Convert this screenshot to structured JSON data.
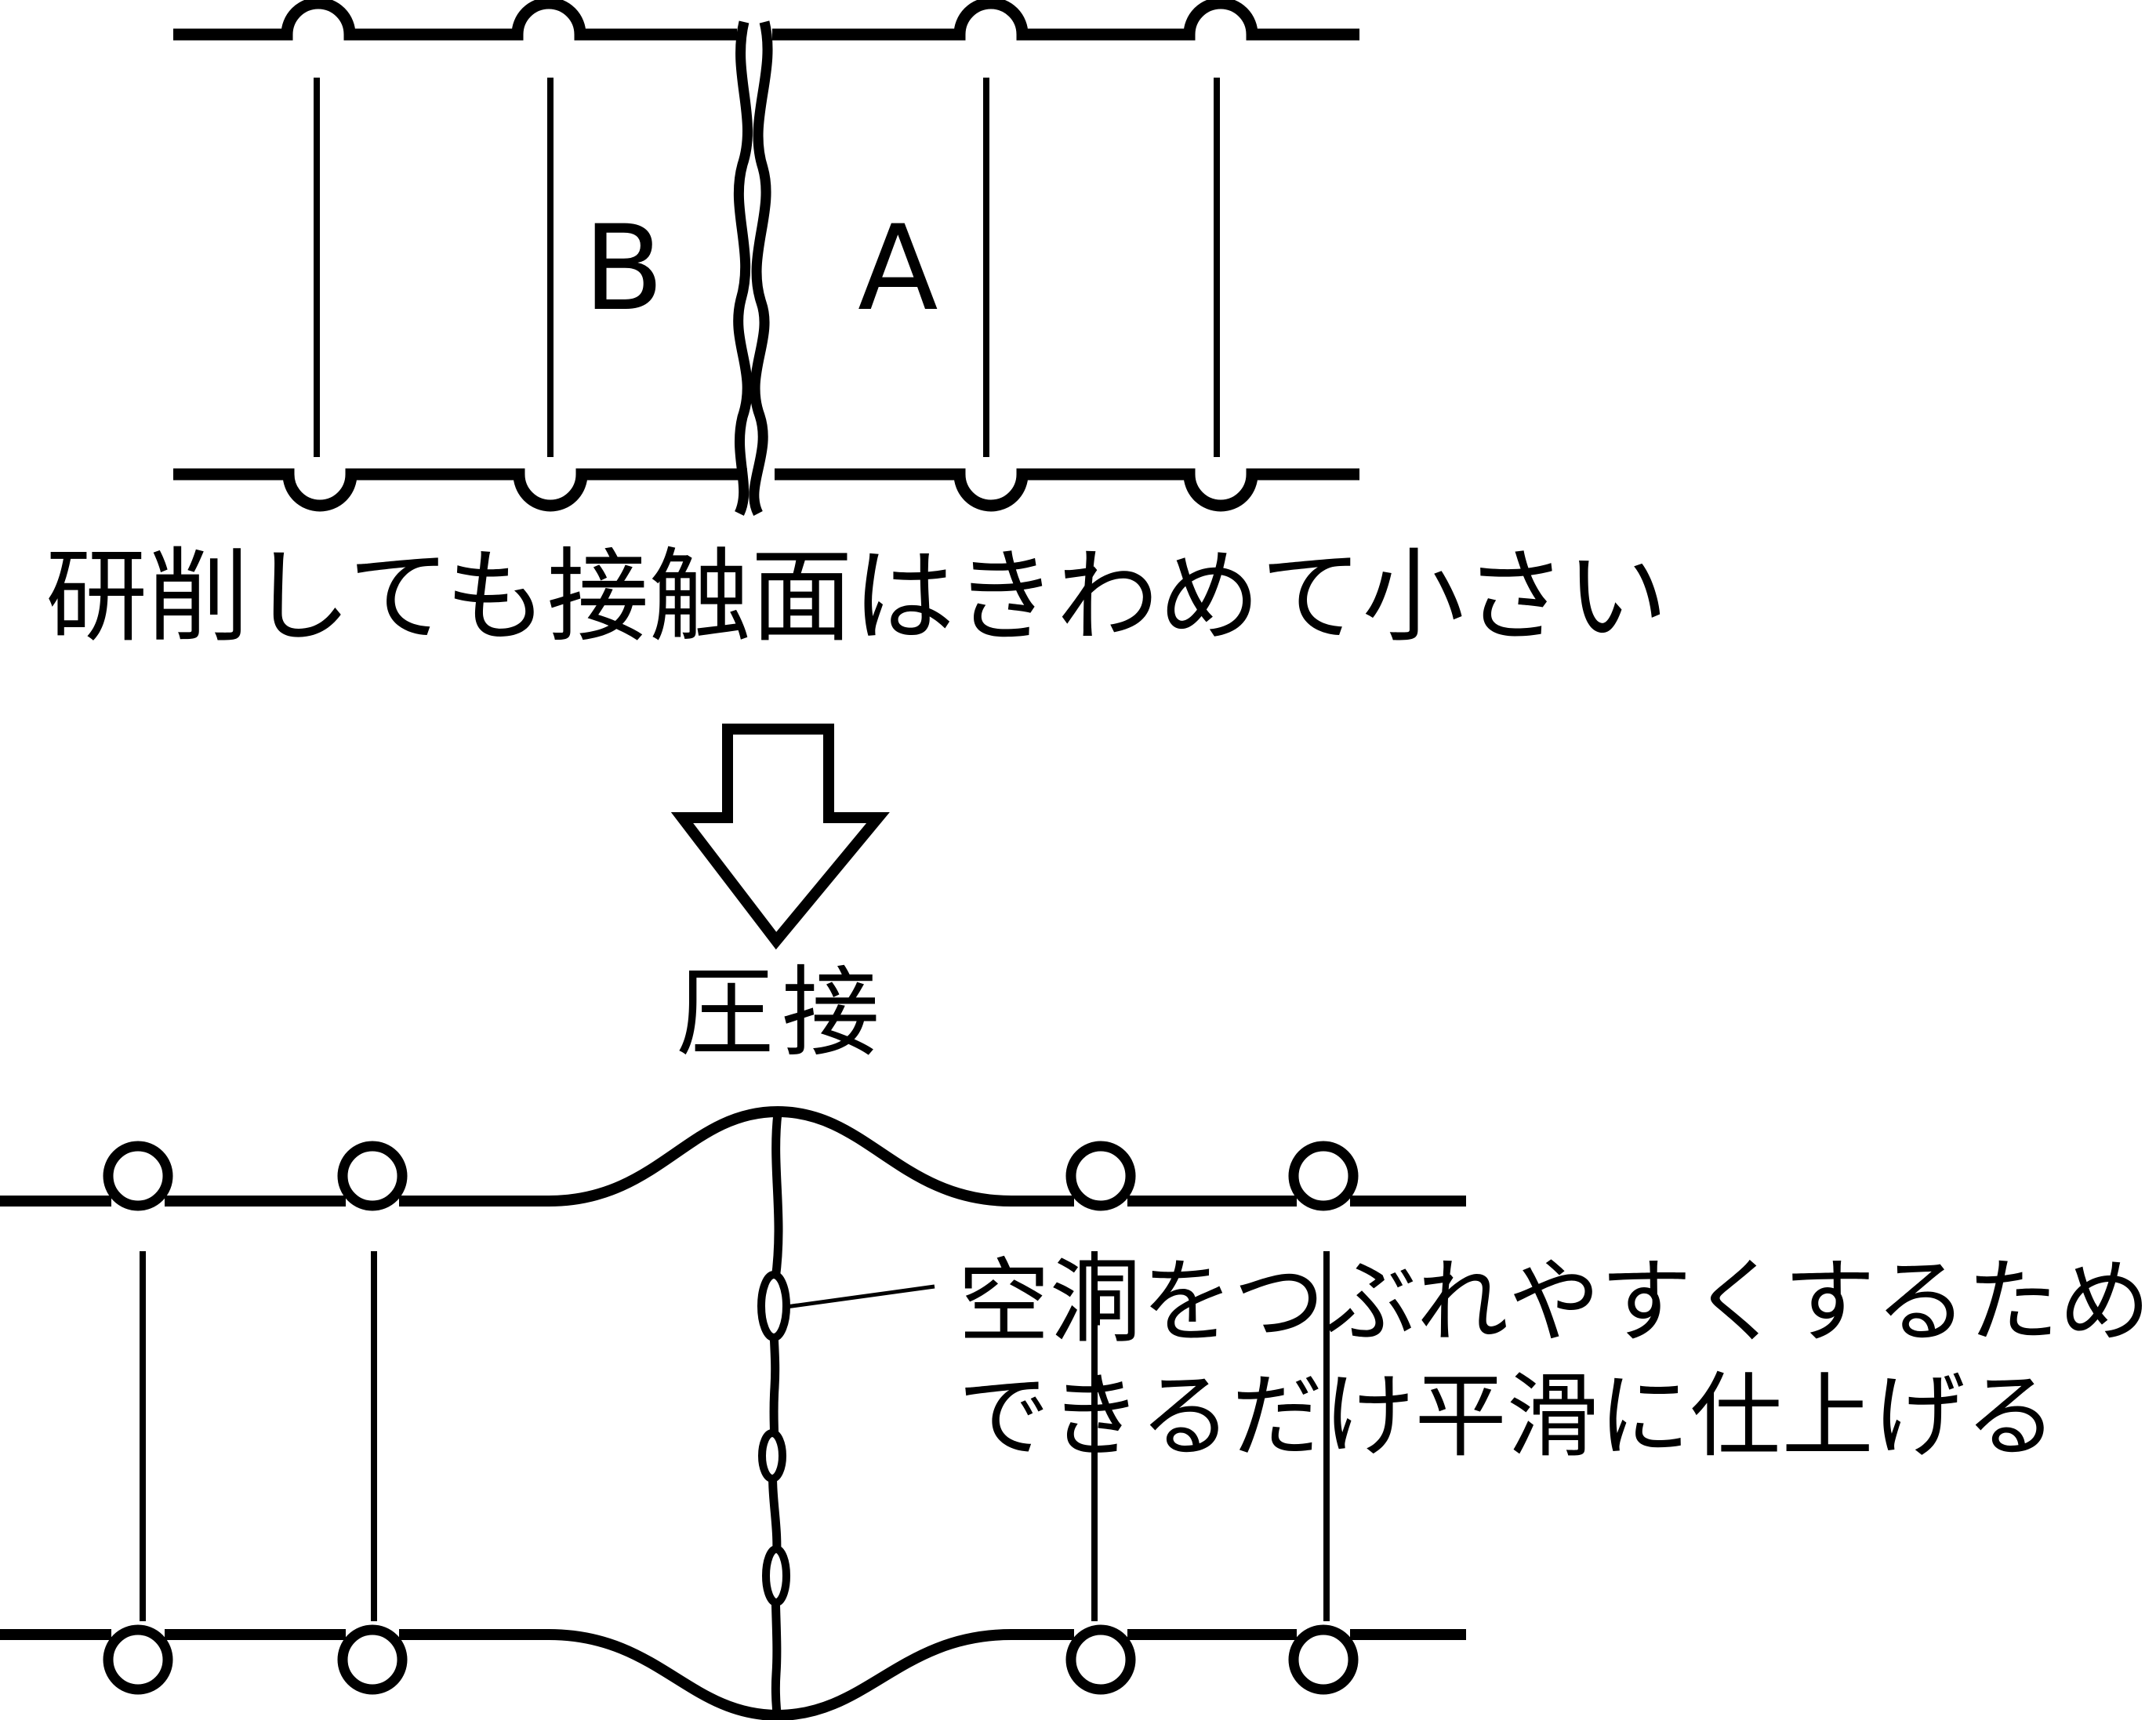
{
  "colors": {
    "background": "#ffffff",
    "ink": "#000000"
  },
  "top_diagram": {
    "label_b": "B",
    "label_a": "A",
    "caption": "研削しても接触面はきわめて小さい"
  },
  "process": {
    "arrow_label": "圧接"
  },
  "bottom_diagram": {
    "annotation": {
      "line1": "空洞をつぶれやすくするため",
      "line2": "できるだけ平滑に仕上げる"
    }
  }
}
